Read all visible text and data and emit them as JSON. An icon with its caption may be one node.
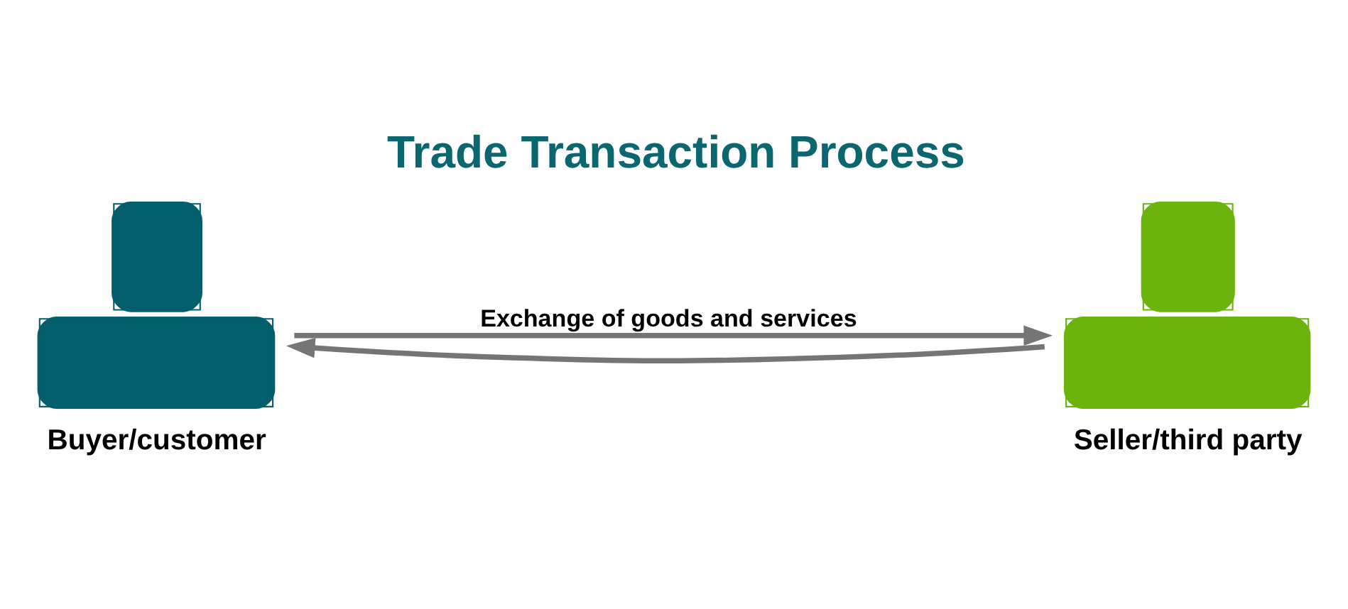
{
  "diagram": {
    "title": "Trade Transaction Process",
    "nodes": [
      {
        "text": [],
        "shape": "person",
        "beside": [
          "Buyer/customer"
        ]
      },
      {
        "text": [],
        "shape": "person",
        "beside": [
          "Seller/third party"
        ]
      }
    ],
    "edges": [
      {
        "from": 0,
        "to": 1,
        "arrow": "to",
        "label": "Exchange of goods and services"
      },
      {
        "from": 1,
        "to": 0,
        "arrow": "to"
      }
    ]
  }
}
